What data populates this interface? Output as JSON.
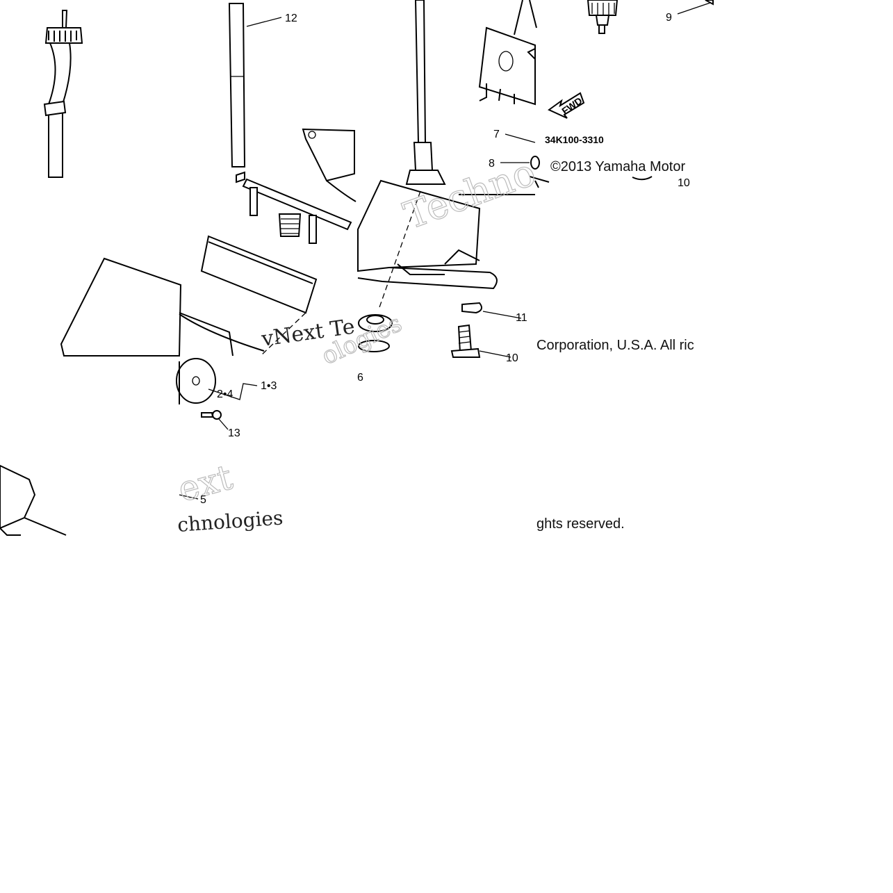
{
  "diagram": {
    "part_code": "34K100-3310",
    "copyright_line1": "©2013 Yamaha Motor",
    "copyright_line2": "Corporation, U.S.A. All ric",
    "copyright_line3": "ghts reserved.",
    "arrow_label": "FWD",
    "watermark_a": "vNext Te",
    "watermark_b": "Techno",
    "watermark_c": "chnologies",
    "watermark_d": "ext",
    "watermark_e": "ologies",
    "callouts": {
      "c12": "12",
      "c9": "9",
      "c7": "7",
      "c8": "8",
      "c10a": "10",
      "c11": "11",
      "c10b": "10",
      "c13": "13",
      "c24": "2•4",
      "c13b": "1•3",
      "c5": "5",
      "c6": "6"
    }
  }
}
